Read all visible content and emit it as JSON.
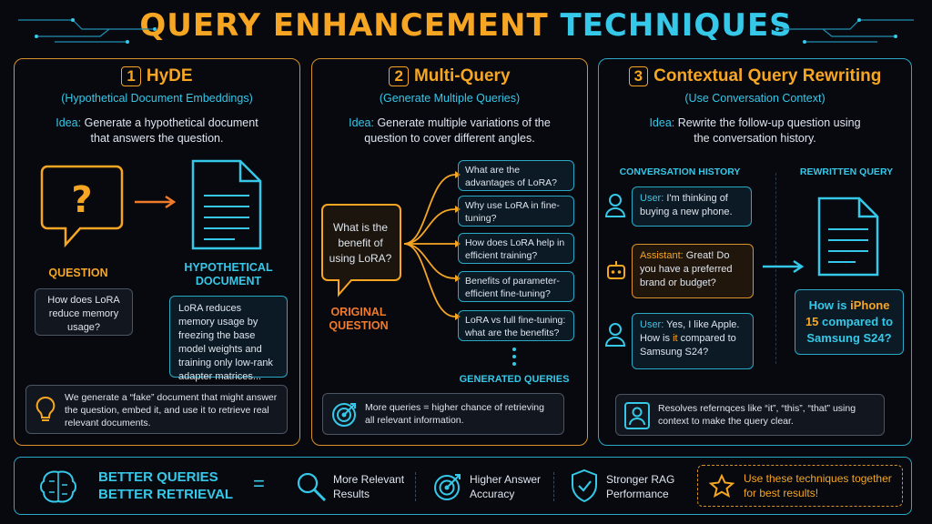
{
  "title": {
    "part1": "QUERY ENHANCEMENT",
    "part2": "TECHNIQUES"
  },
  "panels": {
    "hyde": {
      "number": "1",
      "title": "HyDE",
      "subtitle": "(Hypothetical Document Embeddings)",
      "idea_label": "Idea:",
      "idea_line1": "Generate a hypothetical document",
      "idea_line2": "that answers the question.",
      "question_label": "QUESTION",
      "question_text": "How does LoRA reduce memory usage?",
      "doc_label_line1": "HYPOTHETICAL",
      "doc_label_line2": "DOCUMENT",
      "doc_text": "LoRA reduces memory usage by freezing the base model weights and training only low-rank adapter matrices...",
      "note": "We generate a “fake” document that might answer the question, embed it, and use it to retrieve real relevant documents."
    },
    "multi": {
      "number": "2",
      "title": "Multi-Query",
      "subtitle": "(Generate Multiple Queries)",
      "idea_label": "Idea:",
      "idea_line1": "Generate multiple variations of the",
      "idea_line2": "question to cover different angles.",
      "original_question": "What is the benefit of using LoRA?",
      "original_label_line1": "ORIGINAL",
      "original_label_line2": "QUESTION",
      "queries": [
        "What are the advantages of LoRA?",
        "Why use LoRA in fine-tuning?",
        "How does LoRA help in efficient training?",
        "Benefits of parameter-efficient fine-tuning?",
        "LoRA vs full fine-tuning: what are the benefits?"
      ],
      "generated_label": "GENERATED QUERIES",
      "note": "More queries = higher chance of retrieving all relevant information."
    },
    "contextual": {
      "number": "3",
      "title": "Contextual Query Rewriting",
      "subtitle": "(Use Conversation Context)",
      "idea_label": "Idea:",
      "idea_line1": "Rewrite the follow-up question using",
      "idea_line2": "the conversation history.",
      "history_label": "CONVERSATION HISTORY",
      "rewritten_label": "REWRITTEN QUERY",
      "msg1_speaker": "User:",
      "msg1_text": "I'm thinking of buying a new phone.",
      "msg2_speaker": "Assistant:",
      "msg2_text": "Great! Do you have a preferred brand or budget?",
      "msg3_speaker": "User:",
      "msg3_text_a": "Yes, I like Apple. How is",
      "msg3_highlight": "it",
      "msg3_text_b": "compared to Samsung S24?",
      "rewritten_a": "How is",
      "rewritten_highlight": "iPhone 15",
      "rewritten_b": "compared to Samsung S24?",
      "note": "Resolves refernqces like “it”, “this”, “that” using context to make the query clear."
    }
  },
  "bottom": {
    "line1": "BETTER QUERIES",
    "line2": "BETTER RETRIEVAL",
    "equals": "=",
    "items": [
      {
        "icon": "search-icon",
        "line1": "More Relevant",
        "line2": "Results"
      },
      {
        "icon": "target-icon",
        "line1": "Higher Answer",
        "line2": "Accuracy"
      },
      {
        "icon": "shield-check-icon",
        "line1": "Stronger RAG",
        "line2": "Performance"
      }
    ],
    "tip": "Use these techniques together for best results!"
  },
  "colors": {
    "orange": "#f6a623",
    "cyan": "#35c8e8",
    "background": "#07090f"
  }
}
